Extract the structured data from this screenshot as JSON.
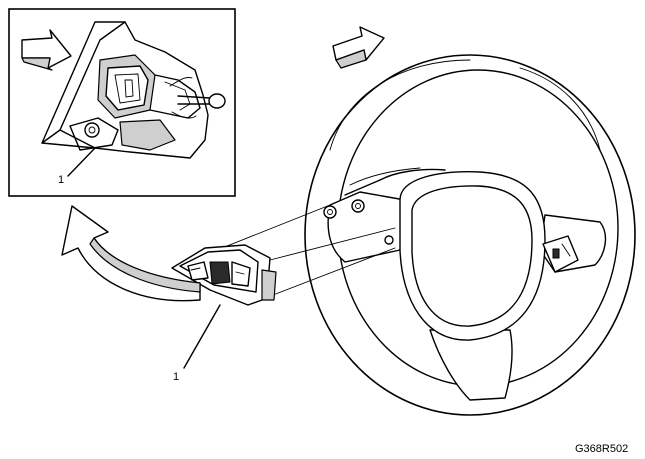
{
  "diagram": {
    "callout_inset": "1",
    "callout_main": "1",
    "figure_code": "G368R502"
  },
  "colors": {
    "ink": "#000000",
    "background": "#ffffff",
    "shade": "#cfcfcf"
  }
}
